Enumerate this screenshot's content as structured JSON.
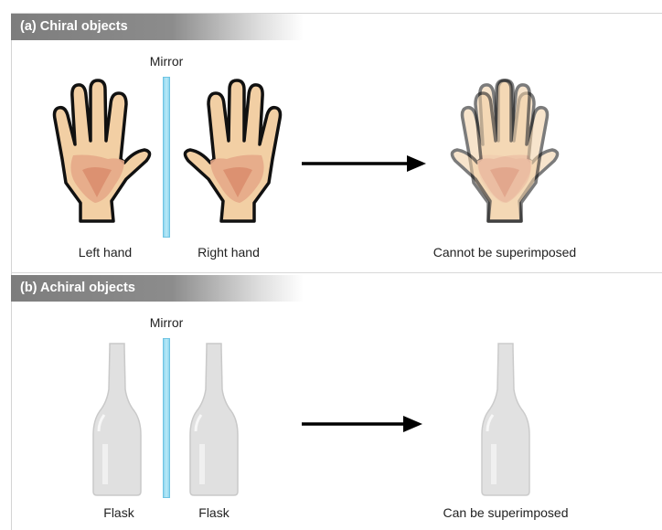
{
  "panel_a": {
    "header": "(a) Chiral objects",
    "mirror_label": "Mirror",
    "left_label": "Left hand",
    "right_label": "Right hand",
    "result_label": "Cannot be superimposed"
  },
  "panel_b": {
    "header": "(b) Achiral objects",
    "mirror_label": "Mirror",
    "left_label": "Flask",
    "right_label": "Flask",
    "result_label": "Can be superimposed"
  },
  "colors": {
    "skin": "#f2cfa4",
    "palm": "#e0a07e",
    "outline": "#111111",
    "mirror": "#a6e0f4",
    "glass": "#dedede",
    "arrow": "#000000"
  },
  "icons": [
    "hand-left-icon",
    "hand-right-icon",
    "hands-overlay-icon",
    "flask-icon",
    "arrow-right-icon"
  ]
}
